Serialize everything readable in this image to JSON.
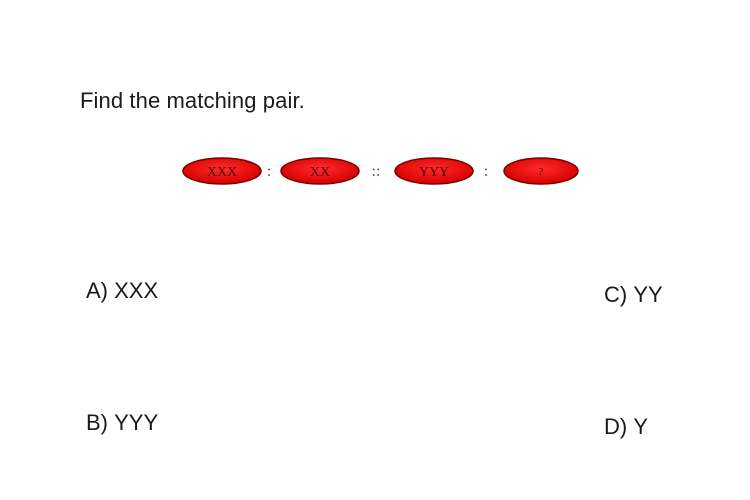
{
  "question": {
    "text": "Find the matching pair."
  },
  "analogy": {
    "terms": [
      "XXX",
      "XX",
      "YYY",
      "?"
    ],
    "separators": [
      ":",
      "::",
      ":"
    ],
    "oval_fill": "#e00000",
    "oval_stroke": "#7a0000"
  },
  "options": [
    {
      "letter": "A)",
      "text": "XXX"
    },
    {
      "letter": "B)",
      "text": "YYY"
    },
    {
      "letter": "C)",
      "text": "YY"
    },
    {
      "letter": "D)",
      "text": "Y"
    }
  ]
}
